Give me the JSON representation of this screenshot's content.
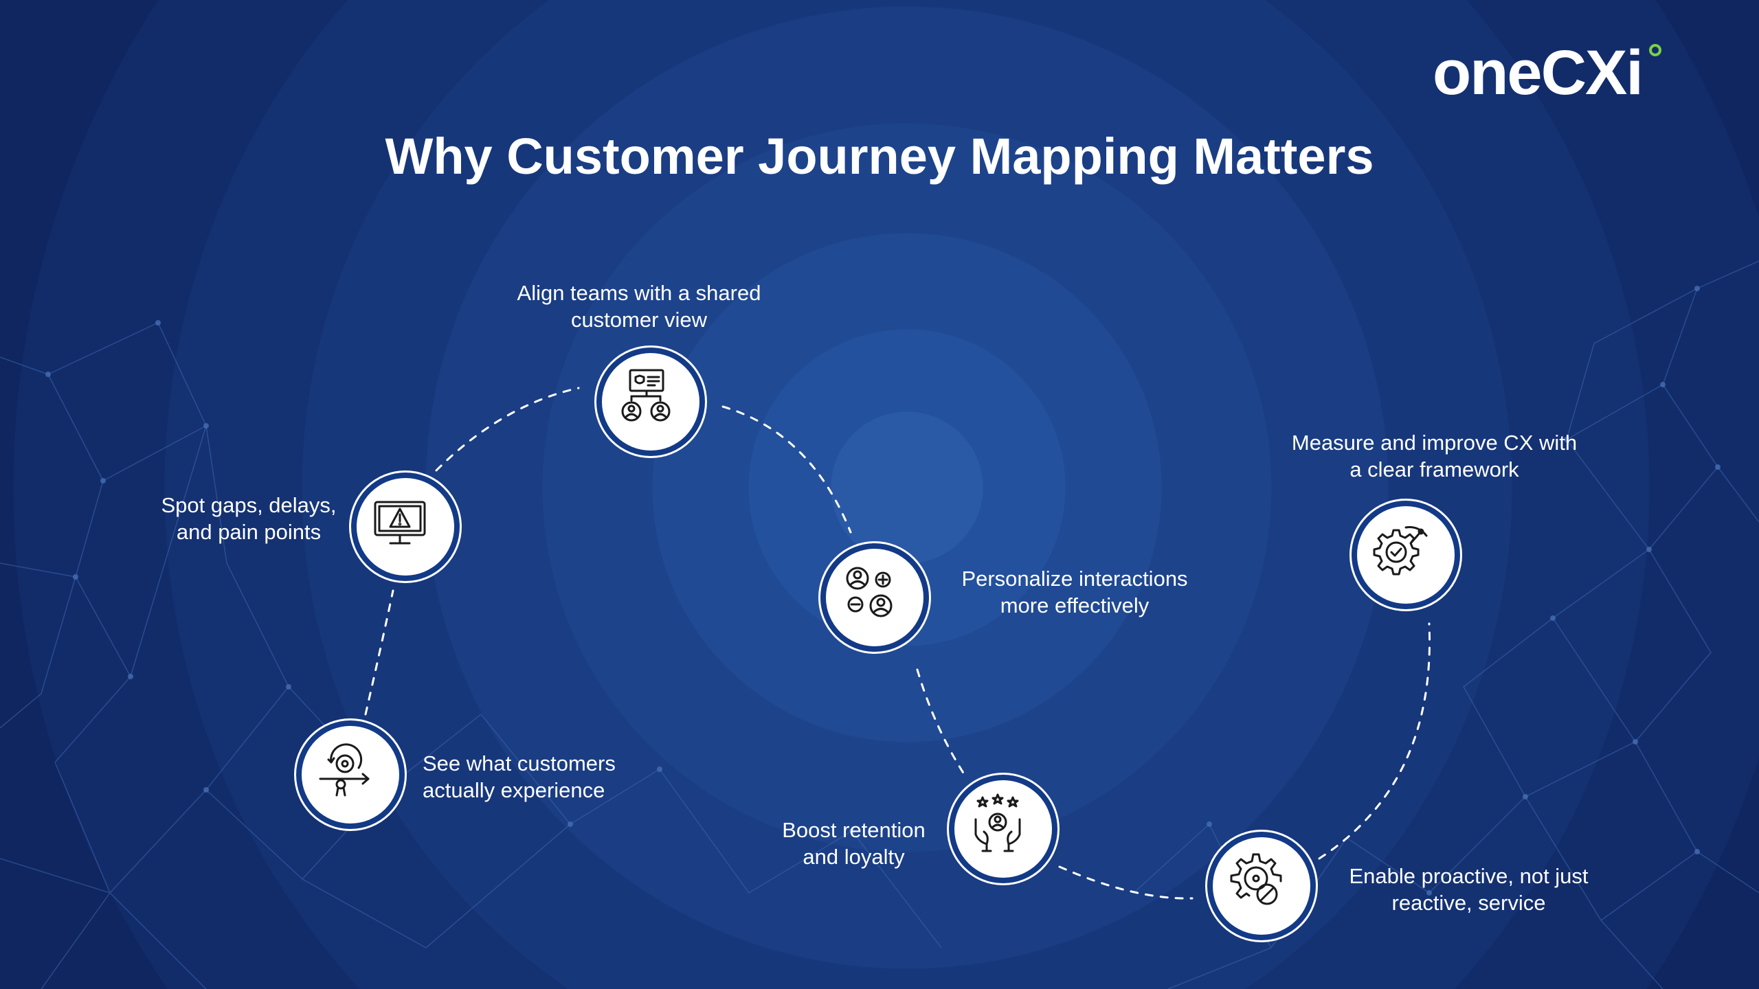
{
  "brand": {
    "logo_text_a": "one",
    "logo_text_b": "CXi",
    "accent_color": "#7bd148"
  },
  "title": "Why Customer Journey Mapping Matters",
  "colors": {
    "background": "#1a3d83",
    "node_fill": "#ffffff",
    "icon_stroke": "#1a1a1a"
  },
  "steps": [
    {
      "icon": "journey-target-icon",
      "line1": "See what customers",
      "line2": "actually experience"
    },
    {
      "icon": "monitor-warning-icon",
      "line1": "Spot gaps, delays,",
      "line2": "and pain points"
    },
    {
      "icon": "team-presentation-icon",
      "line1": "Align teams with a shared",
      "line2": "customer view"
    },
    {
      "icon": "personalize-users-icon",
      "line1": "Personalize interactions",
      "line2": "more effectively"
    },
    {
      "icon": "retention-hands-icon",
      "line1": "Boost retention",
      "line2": "and loyalty"
    },
    {
      "icon": "proactive-gear-icon",
      "line1": "Enable proactive, not just",
      "line2": "reactive, service"
    },
    {
      "icon": "measure-gauge-gear-icon",
      "line1": "Measure and improve CX with",
      "line2": "a clear framework"
    }
  ]
}
